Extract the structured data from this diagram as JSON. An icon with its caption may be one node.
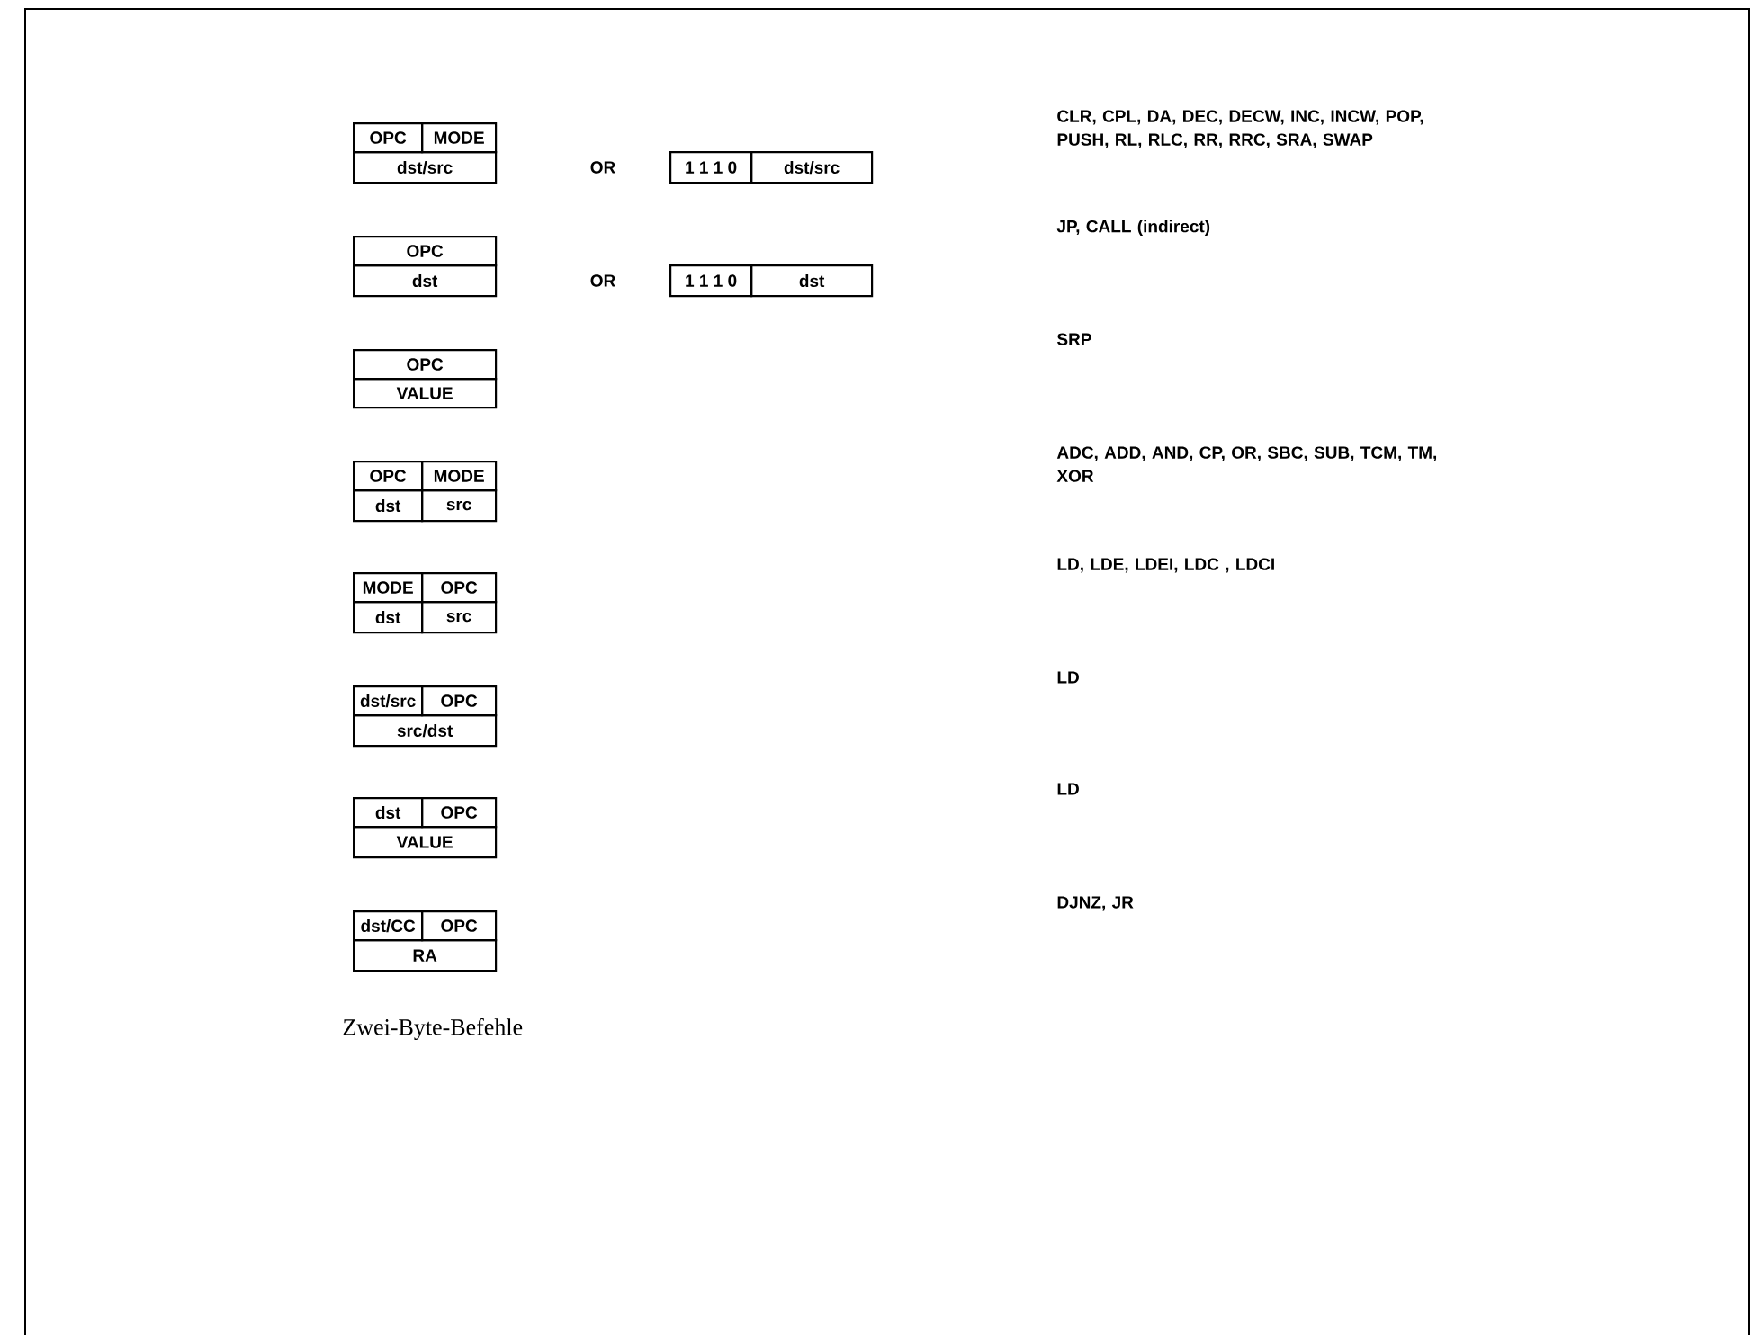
{
  "diagram": {
    "caption": "Zwei-Byte-Befehle",
    "nodes": [
      {
        "text": [
          "OPC"
        ]
      },
      {
        "text": [
          "MODE"
        ]
      },
      {
        "text": [
          "dst/src"
        ]
      },
      {
        "text": [
          "1 1 1 0"
        ]
      },
      {
        "text": [
          "dst/src"
        ]
      },
      {
        "text": [
          "OPC"
        ]
      },
      {
        "text": [
          "dst"
        ]
      },
      {
        "text": [
          "1 1 1 0"
        ]
      },
      {
        "text": [
          "dst"
        ]
      },
      {
        "text": [
          "OPC"
        ]
      },
      {
        "text": [
          "VALUE"
        ]
      },
      {
        "text": [
          "OPC"
        ]
      },
      {
        "text": [
          "MODE"
        ]
      },
      {
        "text": [
          "dst"
        ]
      },
      {
        "text": [
          "src"
        ]
      },
      {
        "text": [
          "MODE"
        ]
      },
      {
        "text": [
          "OPC"
        ]
      },
      {
        "text": [
          "dst"
        ]
      },
      {
        "text": [
          "src"
        ]
      },
      {
        "text": [
          "dst/src"
        ]
      },
      {
        "text": [
          "OPC"
        ]
      },
      {
        "text": [
          "src/dst"
        ]
      },
      {
        "text": [
          "dst"
        ]
      },
      {
        "text": [
          "OPC"
        ]
      },
      {
        "text": [
          "VALUE"
        ]
      },
      {
        "text": [
          "dst/CC"
        ]
      },
      {
        "text": [
          "OPC"
        ]
      },
      {
        "text": [
          "RA"
        ]
      }
    ],
    "labels": [
      "CLR, CPL, DA, DEC, DECW, INC, INCW, POP, PUSH, RL, RLC, RR, RRC, SRA, SWAP",
      "OR",
      "JP, CALL (indirect)",
      "OR",
      "SRP",
      "ADC, ADD, AND, CP, OR, SBC, SUB, TCM, TM, XOR",
      "LD, LDE, LDEI, LDC , LDCI",
      "LD",
      "LD",
      "DJNZ, JR"
    ]
  }
}
